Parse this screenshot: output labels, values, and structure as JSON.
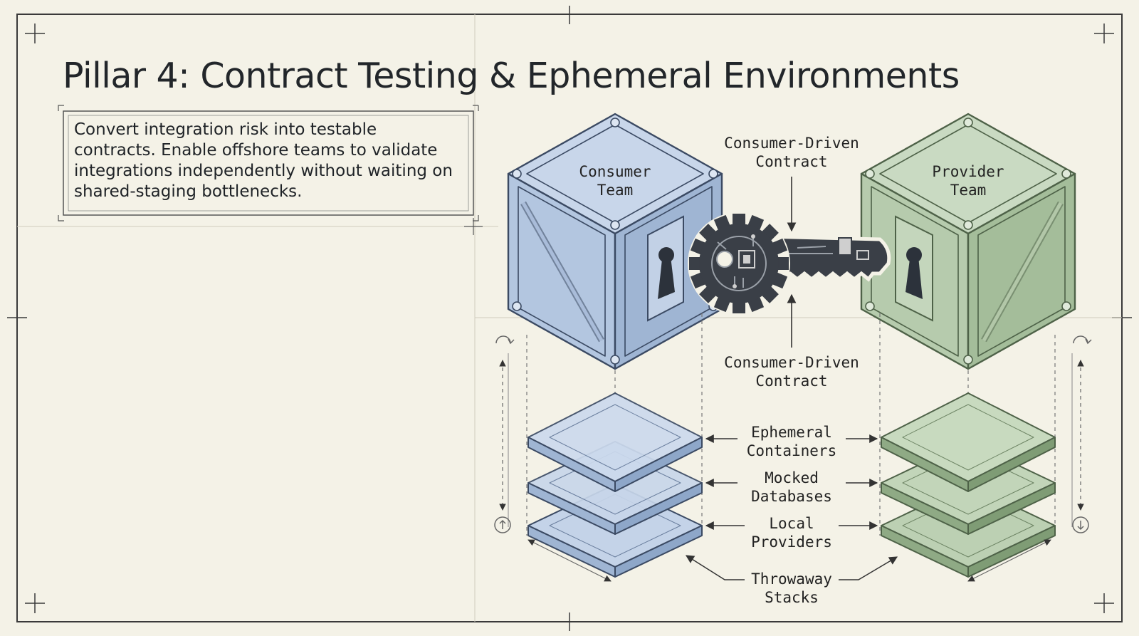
{
  "slide": {
    "title": "Pillar 4: Contract Testing & Ephemeral Environments",
    "description": "Convert integration risk into testable contracts. Enable offshore teams to validate integrations independently without waiting on shared-staging bottlenecks."
  },
  "diagram": {
    "consumer_label": "Consumer\nTeam",
    "provider_label": "Provider\nTeam",
    "contract_label_top": "Consumer-Driven\nContract",
    "contract_label_bottom": "Consumer-Driven\nContract",
    "layers": [
      {
        "label": "Ephemeral\nContainers"
      },
      {
        "label": "Mocked\nDatabases"
      },
      {
        "label": "Local\nProviders"
      }
    ],
    "stacks_label": "Throwaway\nStacks"
  },
  "icons": {
    "consumer_cube": "crate-box-icon",
    "provider_cube": "crate-box-icon",
    "keyhole": "keyhole-icon",
    "key": "gear-key-icon",
    "refresh": "refresh-icon"
  },
  "colors": {
    "background": "#f4f2e7",
    "consumer_blue": "#b7c8e0",
    "provider_green": "#b9cdb2",
    "ink": "#22262a",
    "key_dark": "#3a3f47"
  }
}
